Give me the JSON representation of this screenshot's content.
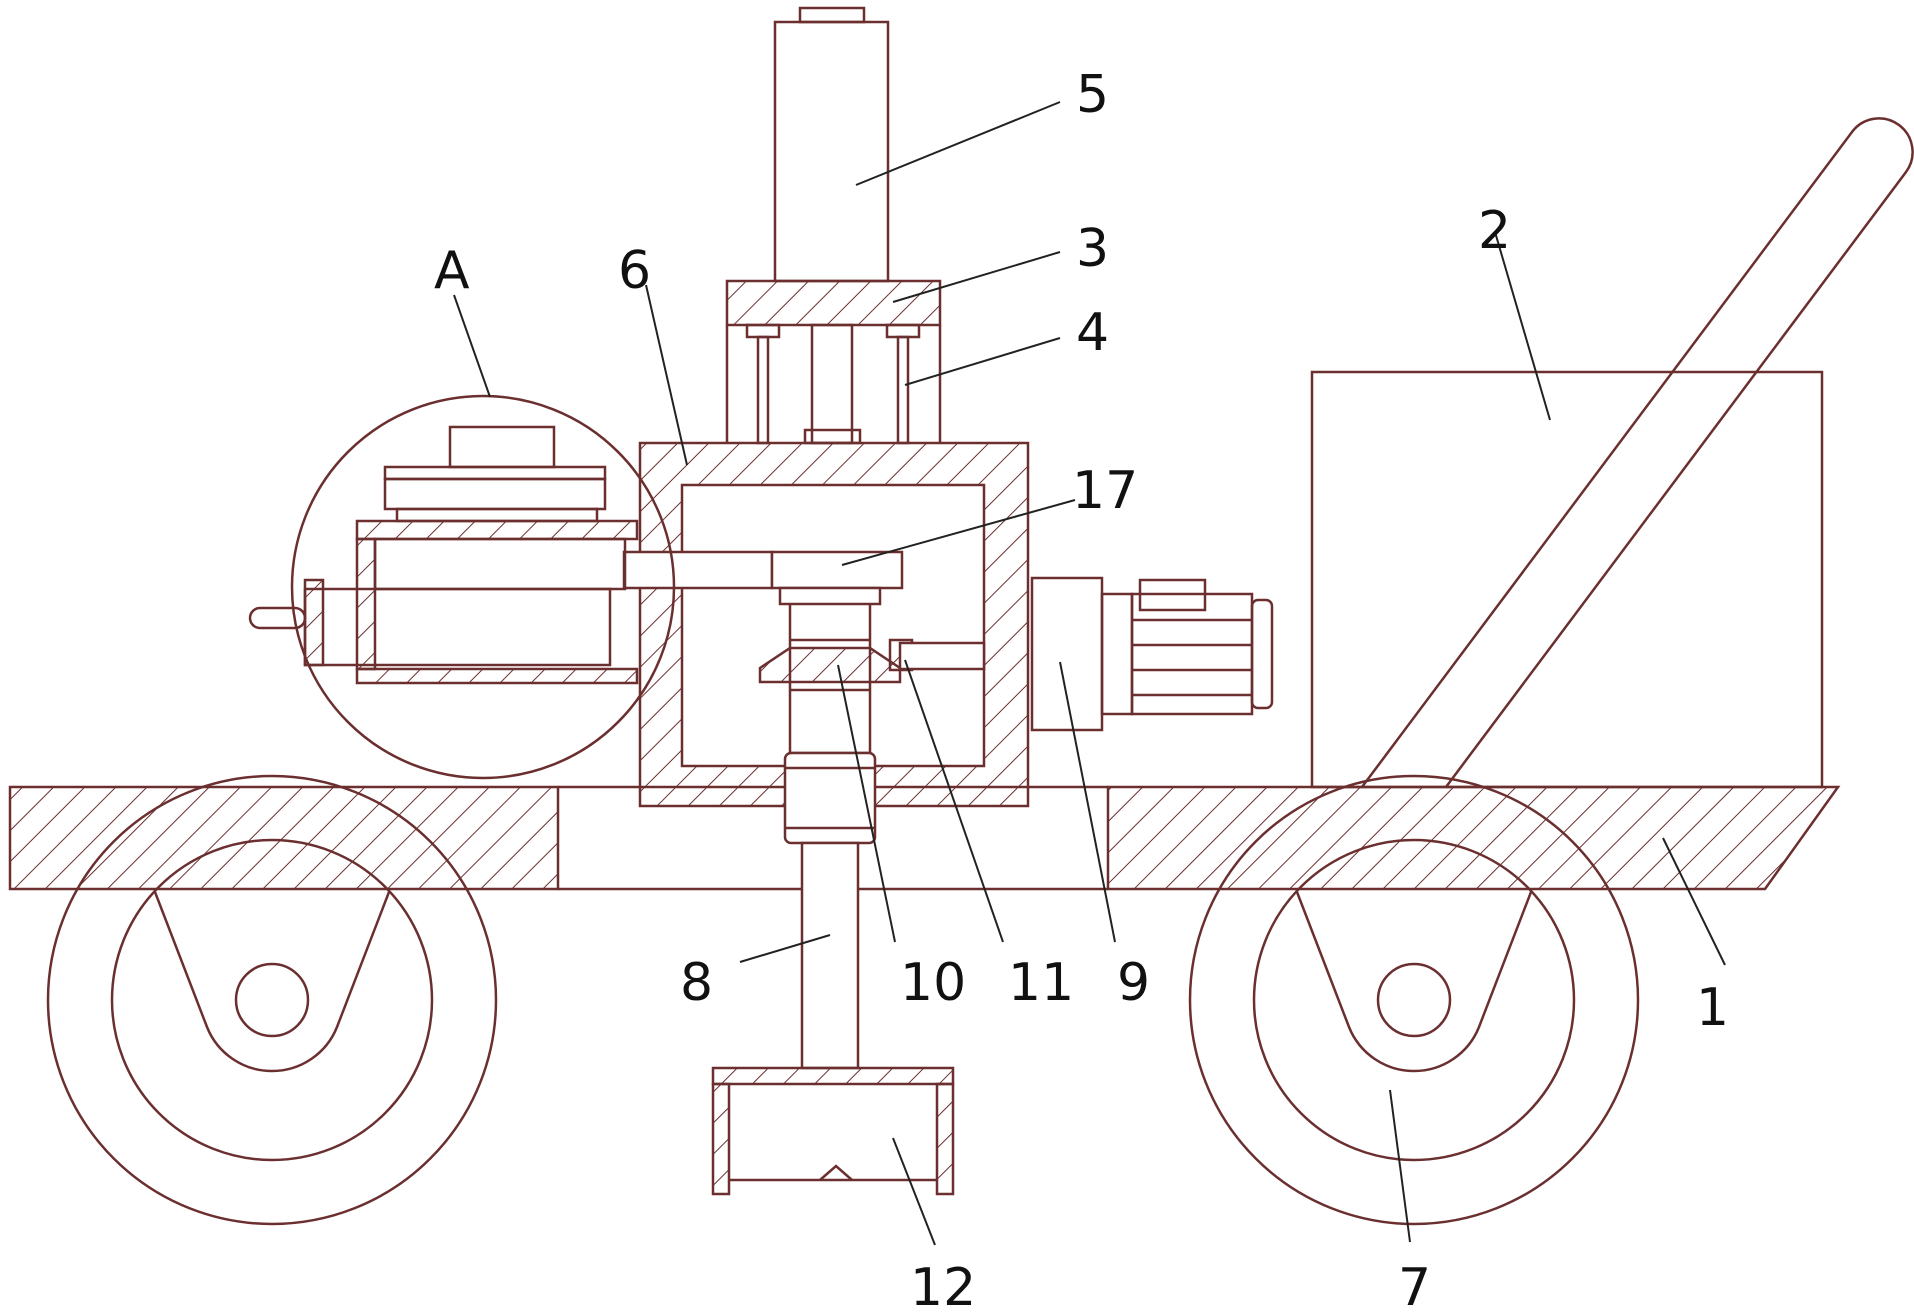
{
  "figure": {
    "labels": {
      "l1": "1",
      "l2": "2",
      "l3": "3",
      "l4": "4",
      "l5": "5",
      "l6": "6",
      "l7": "7",
      "l8": "8",
      "l9": "9",
      "l10": "10",
      "l11": "11",
      "l12": "12",
      "l17": "17",
      "lA": "A"
    },
    "colors": {
      "line": "#6b2f2f",
      "leader": "#222222",
      "background": "#ffffff"
    }
  }
}
